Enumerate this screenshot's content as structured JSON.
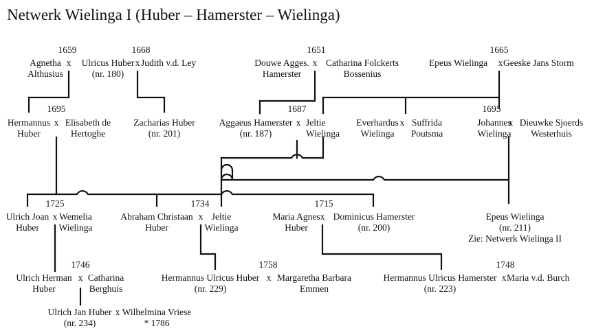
{
  "title": "Netwerk Wielinga I (Huber – Hamerster – Wielinga)",
  "marriages": [
    {
      "id": "m1",
      "year": "1659"
    },
    {
      "id": "m2",
      "year": "1668"
    },
    {
      "id": "m3",
      "year": "1651"
    },
    {
      "id": "m4",
      "year": "1665"
    },
    {
      "id": "m5",
      "year": "1695"
    },
    {
      "id": "m6",
      "year": "1687"
    },
    {
      "id": "m7",
      "year": "1695"
    },
    {
      "id": "m8",
      "year": "1725"
    },
    {
      "id": "m9",
      "year": "1734"
    },
    {
      "id": "m10",
      "year": "1715"
    },
    {
      "id": "m11",
      "year": "1746"
    },
    {
      "id": "m12",
      "year": "1758"
    },
    {
      "id": "m13",
      "year": "1748"
    }
  ],
  "people": [
    {
      "id": "agnetha",
      "lines": [
        "Agnetha",
        "Althusius"
      ]
    },
    {
      "id": "ulricus",
      "lines": [
        "Ulricus Huber",
        "(nr. 180)"
      ]
    },
    {
      "id": "judith",
      "lines": [
        "Judith v.d. Ley"
      ]
    },
    {
      "id": "douwe",
      "lines": [
        "Douwe Agges.",
        "Hamerster"
      ]
    },
    {
      "id": "catharina-b",
      "lines": [
        "Catharina Folckerts",
        "Bossenius"
      ]
    },
    {
      "id": "epeus1",
      "lines": [
        "Epeus Wielinga"
      ]
    },
    {
      "id": "geeske",
      "lines": [
        "Geeske Jans Storm"
      ]
    },
    {
      "id": "hermannus",
      "lines": [
        "Hermannus",
        "Huber"
      ]
    },
    {
      "id": "elisabeth",
      "lines": [
        "Elisabeth de",
        "Hertoghe"
      ]
    },
    {
      "id": "zacharias",
      "lines": [
        "Zacharias Huber",
        "(nr. 201)"
      ]
    },
    {
      "id": "aggaeus",
      "lines": [
        "Aggaeus Hamerster",
        "(nr. 187)"
      ]
    },
    {
      "id": "jeltie1",
      "lines": [
        "Jeltie",
        "Wielinga"
      ]
    },
    {
      "id": "everhardus",
      "lines": [
        "Everhardus",
        "Wielinga"
      ]
    },
    {
      "id": "suffrida",
      "lines": [
        "Suffrida",
        "Poutsma"
      ]
    },
    {
      "id": "johannes",
      "lines": [
        "Johannes",
        "Wielinga"
      ]
    },
    {
      "id": "dieuwke",
      "lines": [
        "Dieuwke Sjoerds",
        "Westerhuis"
      ]
    },
    {
      "id": "ulrich-joan",
      "lines": [
        "Ulrich Joan",
        "Huber"
      ]
    },
    {
      "id": "wemelia",
      "lines": [
        "Wemelia",
        "Wielinga"
      ]
    },
    {
      "id": "abraham",
      "lines": [
        "Abraham Christaan",
        "Huber"
      ]
    },
    {
      "id": "jeltie2",
      "lines": [
        "Jeltie",
        "Wielinga"
      ]
    },
    {
      "id": "maria-agnes",
      "lines": [
        "Maria Agnes",
        "Huber"
      ]
    },
    {
      "id": "dominicus",
      "lines": [
        "Dominicus Hamerster",
        "(nr. 200)"
      ]
    },
    {
      "id": "epeus2",
      "lines": [
        "Epeus Wielinga",
        "(nr. 211)",
        "Zie: Netwerk Wielinga II"
      ]
    },
    {
      "id": "ulrich-herman",
      "lines": [
        "Ulrich Herman",
        "Huber"
      ]
    },
    {
      "id": "catharina-berghuis",
      "lines": [
        "Catharina",
        "Berghuis"
      ]
    },
    {
      "id": "hermannus-ulricus-huber",
      "lines": [
        "Hermannus Ulricus Huber",
        "(nr. 229)"
      ]
    },
    {
      "id": "margaretha",
      "lines": [
        "Margaretha Barbara",
        "Emmen"
      ]
    },
    {
      "id": "hermannus-ulricus-hamerster",
      "lines": [
        "Hermannus Ulricus Hamerster",
        "(nr. 223)"
      ]
    },
    {
      "id": "maria-burch",
      "lines": [
        "Maria v.d. Burch"
      ]
    },
    {
      "id": "ulrich-jan",
      "lines": [
        "Ulrich Jan Huber",
        "(nr. 234)"
      ]
    },
    {
      "id": "wilhelmina",
      "lines": [
        "Wilhelmina Vriese",
        "* 1786"
      ]
    }
  ],
  "marriage_symbol": "x"
}
